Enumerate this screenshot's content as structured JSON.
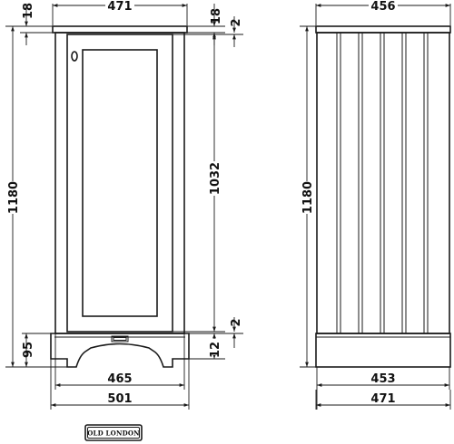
{
  "front_view": {
    "width_top": "471",
    "top_thickness": "18",
    "top_overhang": "18",
    "gap_top": "2",
    "door_height": "1032",
    "gap_bottom": "2",
    "total_height": "1180",
    "plinth_height": "95",
    "plinth_gap": "12",
    "body_width": "465",
    "plinth_width": "501"
  },
  "side_view": {
    "depth_top": "456",
    "total_height": "1180",
    "body_depth": "453",
    "plinth_depth": "471"
  },
  "logo": {
    "text": "OLD LONDON"
  }
}
